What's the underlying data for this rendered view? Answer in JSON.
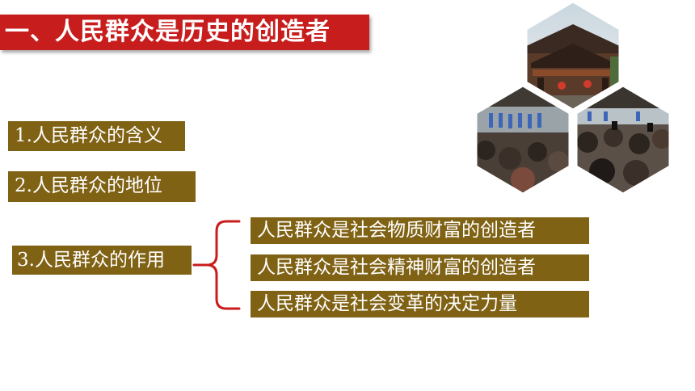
{
  "title": "一、人民群众是历史的创造者",
  "items": [
    {
      "label": "1.人民群众的含义"
    },
    {
      "label": "2.人民群众的地位"
    },
    {
      "label": "3.人民群众的作用"
    }
  ],
  "roles": [
    "人民群众是社会物质财富的创造者",
    "人民群众是社会精神财富的创造者",
    "人民群众是社会变革的决定力量"
  ],
  "colors": {
    "title_bg": "#c81d1d",
    "box_bg": "#806214",
    "brace": "#c81d1d"
  }
}
